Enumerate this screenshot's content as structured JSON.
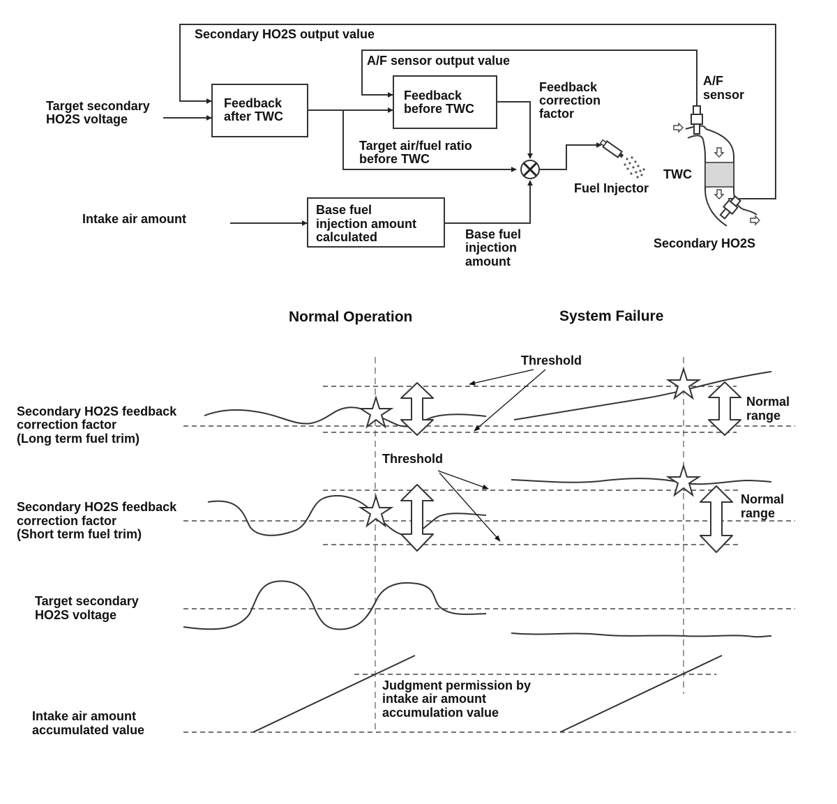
{
  "colors": {
    "ink": "#333333",
    "text": "#111111",
    "background": "#ffffff",
    "catalyst_fill": "#d8d8d8"
  },
  "block_diagram": {
    "secondary_output_label": "Secondary HO2S output value",
    "af_output_label": "A/F sensor output value",
    "target_secondary_voltage": [
      "Target secondary",
      "HO2S voltage"
    ],
    "feedback_after_twc": [
      "Feedback",
      "after TWC"
    ],
    "feedback_before_twc": [
      "Feedback",
      "before TWC"
    ],
    "feedback_correction_factor": [
      "Feedback",
      "correction",
      "factor"
    ],
    "target_af_ratio": [
      "Target air/fuel ratio",
      "before TWC"
    ],
    "fuel_injector": "Fuel Injector",
    "intake_air_amount": "Intake air amount",
    "base_fuel_calc": [
      "Base fuel",
      "injection amount",
      "calculated"
    ],
    "base_fuel_amount": [
      "Base fuel",
      "injection",
      "amount"
    ],
    "af_sensor": [
      "A/F",
      "sensor"
    ],
    "twc": "TWC",
    "secondary_ho2s": "Secondary HO2S",
    "multiplier_icon": "multiplier-icon"
  },
  "timing_chart": {
    "normal_operation": "Normal Operation",
    "system_failure": "System Failure",
    "threshold": "Threshold",
    "normal_range": [
      "Normal",
      "range"
    ],
    "judgment_permission": [
      "Judgment permission by",
      "intake air amount",
      "accumulation value"
    ],
    "rows": [
      {
        "label": [
          "Secondary HO2S feedback",
          "correction factor",
          "(Long term fuel trim)"
        ]
      },
      {
        "label": [
          "Secondary HO2S feedback",
          "correction factor",
          "(Short term fuel trim)"
        ]
      },
      {
        "label": [
          "Target secondary",
          "HO2S voltage"
        ]
      },
      {
        "label": [
          "Intake air amount",
          "accumulated value"
        ]
      }
    ],
    "icons": [
      "star-icon",
      "double-arrow-icon"
    ]
  }
}
